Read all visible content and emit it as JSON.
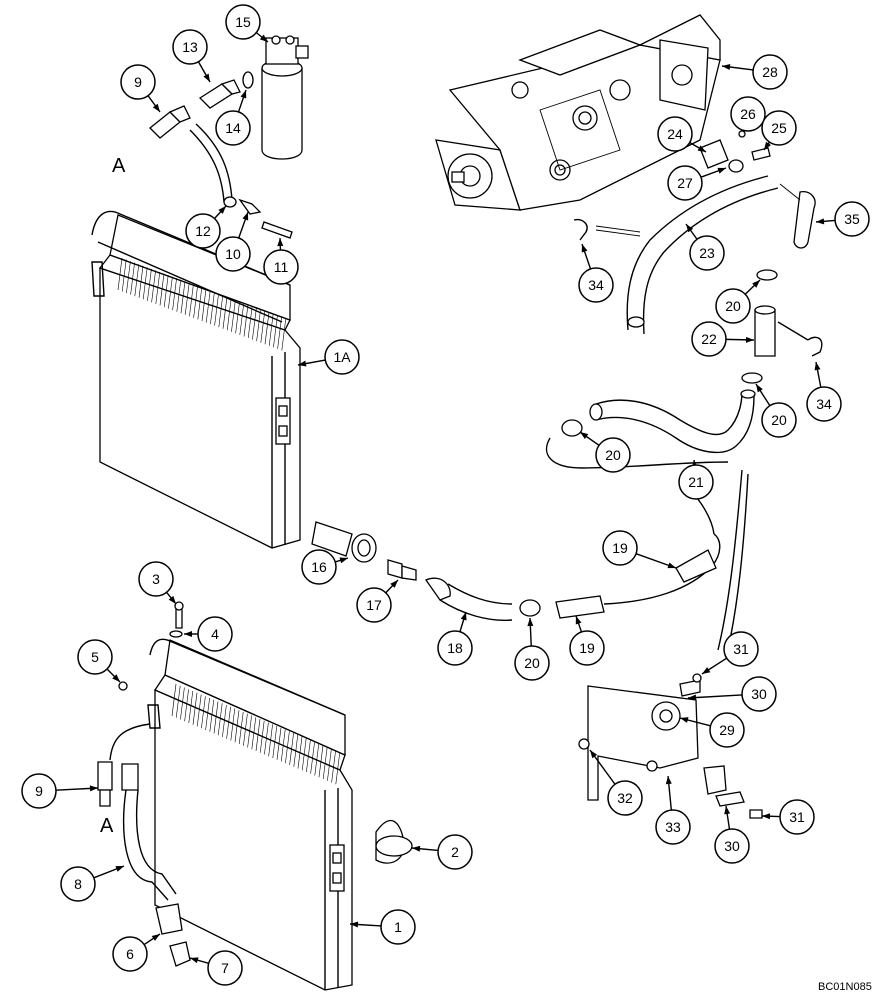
{
  "figure": {
    "drawing_code": "BC01N085",
    "view_letters": [
      "A",
      "A"
    ]
  },
  "callouts": [
    {
      "id": "c15",
      "label": "15"
    },
    {
      "id": "c13",
      "label": "13"
    },
    {
      "id": "c9a",
      "label": "9"
    },
    {
      "id": "c14",
      "label": "14"
    },
    {
      "id": "c12",
      "label": "12"
    },
    {
      "id": "c10",
      "label": "10"
    },
    {
      "id": "c11",
      "label": "11"
    },
    {
      "id": "c1A",
      "label": "1A"
    },
    {
      "id": "c28",
      "label": "28"
    },
    {
      "id": "c26",
      "label": "26"
    },
    {
      "id": "c24",
      "label": "24"
    },
    {
      "id": "c25",
      "label": "25"
    },
    {
      "id": "c27",
      "label": "27"
    },
    {
      "id": "c35",
      "label": "35"
    },
    {
      "id": "c23",
      "label": "23"
    },
    {
      "id": "c34a",
      "label": "34"
    },
    {
      "id": "c20a",
      "label": "20"
    },
    {
      "id": "c22",
      "label": "22"
    },
    {
      "id": "c34b",
      "label": "34"
    },
    {
      "id": "c20b",
      "label": "20"
    },
    {
      "id": "c20c",
      "label": "20"
    },
    {
      "id": "c21",
      "label": "21"
    },
    {
      "id": "c16",
      "label": "16"
    },
    {
      "id": "c19a",
      "label": "19"
    },
    {
      "id": "c17",
      "label": "17"
    },
    {
      "id": "c18",
      "label": "18"
    },
    {
      "id": "c20d",
      "label": "20"
    },
    {
      "id": "c19b",
      "label": "19"
    },
    {
      "id": "c3",
      "label": "3"
    },
    {
      "id": "c4",
      "label": "4"
    },
    {
      "id": "c5",
      "label": "5"
    },
    {
      "id": "c31a",
      "label": "31"
    },
    {
      "id": "c30a",
      "label": "30"
    },
    {
      "id": "c29",
      "label": "29"
    },
    {
      "id": "c9b",
      "label": "9"
    },
    {
      "id": "c32",
      "label": "32"
    },
    {
      "id": "c33",
      "label": "33"
    },
    {
      "id": "c31b",
      "label": "31"
    },
    {
      "id": "c30b",
      "label": "30"
    },
    {
      "id": "c2",
      "label": "2"
    },
    {
      "id": "c8",
      "label": "8"
    },
    {
      "id": "c1",
      "label": "1"
    },
    {
      "id": "c6",
      "label": "6"
    },
    {
      "id": "c7",
      "label": "7"
    }
  ]
}
